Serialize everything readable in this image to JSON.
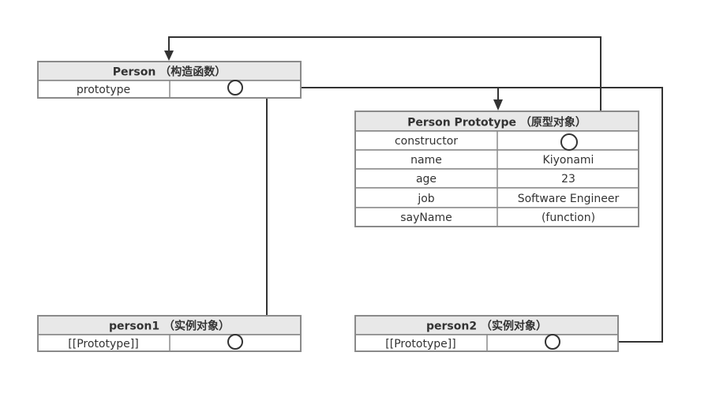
{
  "person_constructor": {
    "title": "Person （构造函数）",
    "rows": [
      {
        "key": "prototype",
        "value": ""
      }
    ]
  },
  "person_prototype": {
    "title": "Person Prototype （原型对象）",
    "rows": [
      {
        "key": "constructor",
        "value": ""
      },
      {
        "key": "name",
        "value": "Kiyonami"
      },
      {
        "key": "age",
        "value": "23"
      },
      {
        "key": "job",
        "value": "Software Engineer"
      },
      {
        "key": "sayName",
        "value": "(function)"
      }
    ]
  },
  "person1": {
    "title": "person1 （实例对象）",
    "rows": [
      {
        "key": "[[Prototype]]",
        "value": ""
      }
    ]
  },
  "person2": {
    "title": "person2 （实例对象）",
    "rows": [
      {
        "key": "[[Prototype]]",
        "value": ""
      }
    ]
  },
  "colors": {
    "header_fill": "#e8e8e8",
    "border": "#8a8a8a",
    "connector": "#333333",
    "text": "#333333"
  },
  "connections": [
    {
      "from": "person_constructor.prototype",
      "to": "person_prototype"
    },
    {
      "from": "person_prototype.constructor",
      "to": "person_constructor"
    },
    {
      "from": "person1.[[Prototype]]",
      "to": "person_prototype"
    },
    {
      "from": "person2.[[Prototype]]",
      "to": "person_prototype"
    }
  ]
}
